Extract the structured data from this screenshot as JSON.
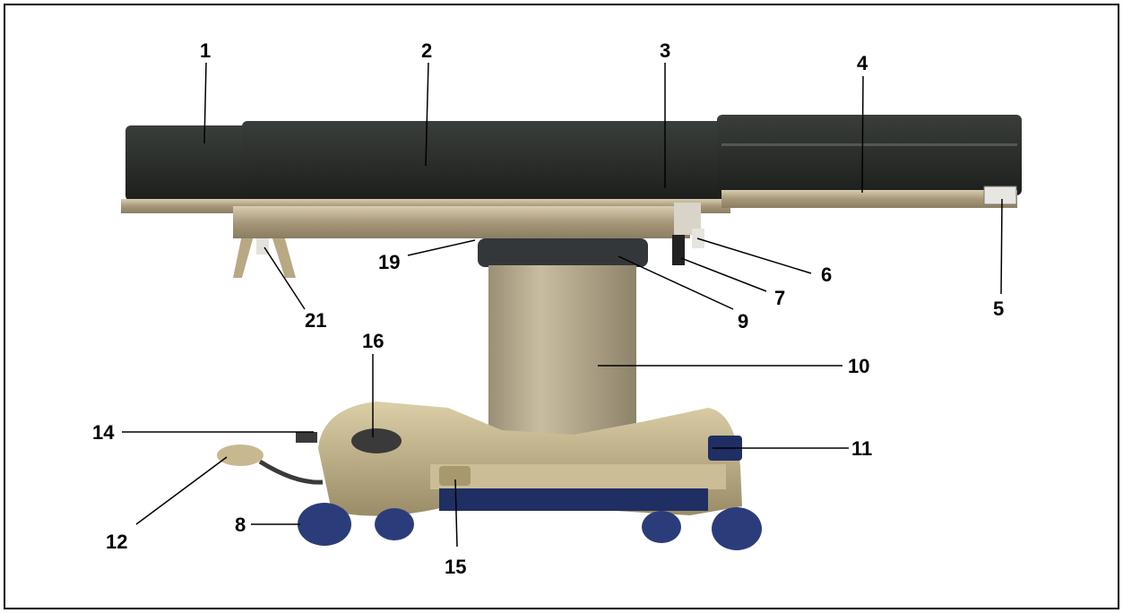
{
  "figure": {
    "subject": "operating-table",
    "callouts": {
      "c1": "1",
      "c2": "2",
      "c3": "3",
      "c4": "4",
      "c5": "5",
      "c6": "6",
      "c7": "7",
      "c8": "8",
      "c9": "9",
      "c10": "10",
      "c11": "11",
      "c12": "12",
      "c14": "14",
      "c15": "15",
      "c16": "16",
      "c19": "19",
      "c21": "21"
    }
  },
  "colors": {
    "cushion": "#2b2f2b",
    "metal": "#b8a884",
    "base": "#c4b489",
    "wheels": "#2a3d7a",
    "leader": "#000000"
  }
}
